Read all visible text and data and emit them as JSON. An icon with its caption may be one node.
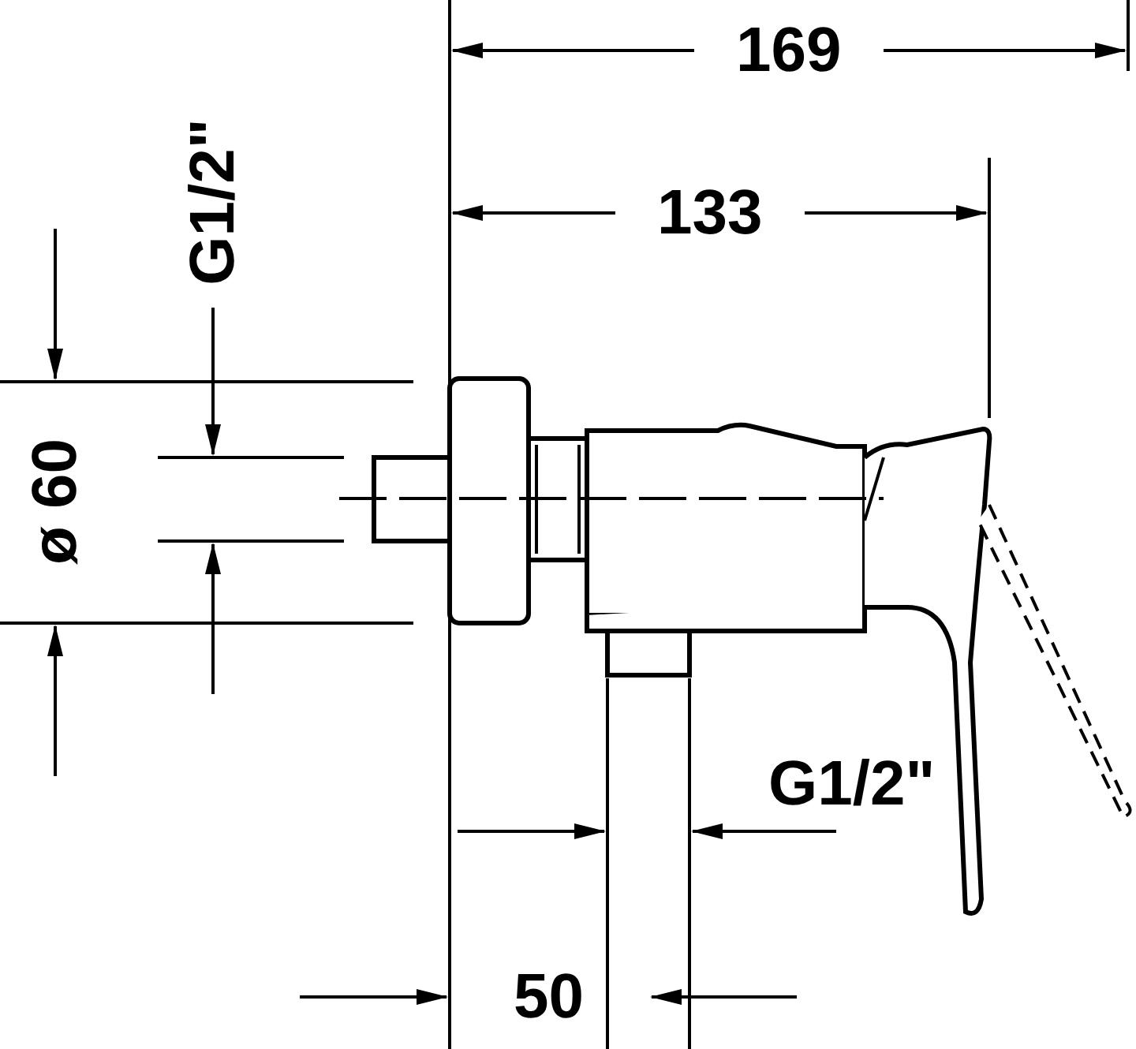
{
  "diagram": {
    "labels": [
      "169",
      "133",
      "G1/2\"",
      "ø 60",
      "G1/2\"",
      "50"
    ]
  }
}
